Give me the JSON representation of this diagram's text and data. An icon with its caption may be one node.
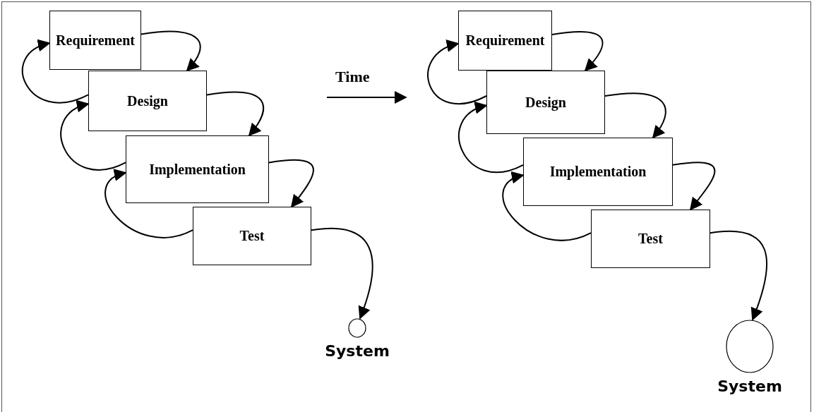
{
  "diagram": {
    "nodes": [
      {
        "text": [
          "Requirement"
        ]
      },
      {
        "text": [
          "Design"
        ]
      },
      {
        "text": [
          "Implementation"
        ]
      },
      {
        "text": [
          "Test"
        ]
      },
      {
        "text": [],
        "shape": "circle",
        "beside": [
          "System"
        ]
      },
      {
        "text": [
          "Requirement"
        ]
      },
      {
        "text": [
          "Design"
        ]
      },
      {
        "text": [
          "Implementation"
        ]
      },
      {
        "text": [
          "Test"
        ]
      },
      {
        "text": [],
        "shape": "circle",
        "beside": [
          "System"
        ]
      }
    ],
    "edges": [
      {
        "from": 0,
        "to": 1,
        "arrow": "to"
      },
      {
        "from": 1,
        "to": 0,
        "arrow": "to"
      },
      {
        "from": 1,
        "to": 2,
        "arrow": "to"
      },
      {
        "from": 2,
        "to": 1,
        "arrow": "to"
      },
      {
        "from": 2,
        "to": 3,
        "arrow": "to"
      },
      {
        "from": 3,
        "to": 2,
        "arrow": "to"
      },
      {
        "from": 3,
        "to": 4,
        "arrow": "to"
      },
      {
        "from": 5,
        "to": 6,
        "arrow": "to"
      },
      {
        "from": 6,
        "to": 5,
        "arrow": "to"
      },
      {
        "from": 6,
        "to": 7,
        "arrow": "to"
      },
      {
        "from": 7,
        "to": 6,
        "arrow": "to"
      },
      {
        "from": 7,
        "to": 8,
        "arrow": "to"
      },
      {
        "from": 8,
        "to": 7,
        "arrow": "to"
      },
      {
        "from": 8,
        "to": 9,
        "arrow": "to"
      }
    ],
    "labels": [
      "Time"
    ]
  }
}
